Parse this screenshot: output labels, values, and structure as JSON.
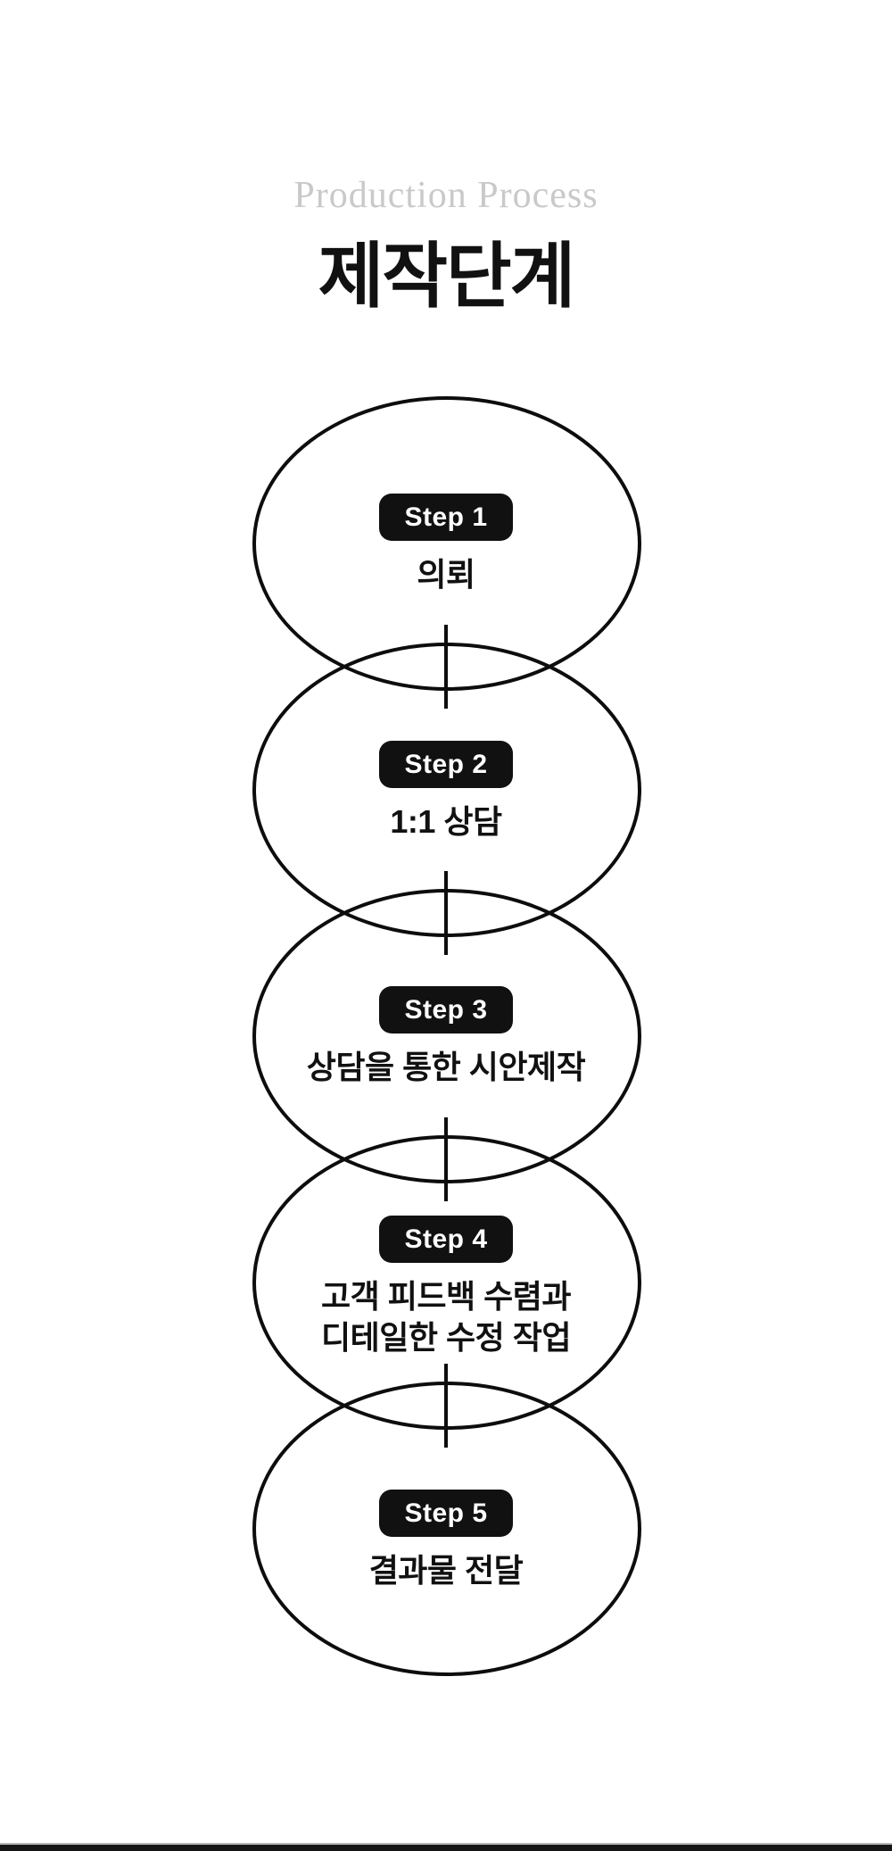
{
  "page": {
    "subtitle": "Production Process",
    "title": "제작단계"
  },
  "steps": [
    {
      "badge": "Step 1",
      "lines": [
        "의뢰"
      ]
    },
    {
      "badge": "Step 2",
      "lines": [
        "1:1 상담"
      ]
    },
    {
      "badge": "Step 3",
      "lines": [
        "상담을 통한 시안제작"
      ]
    },
    {
      "badge": "Step 4",
      "lines": [
        "고객 피드백 수렴과",
        "디테일한 수정 작업"
      ]
    },
    {
      "badge": "Step 5",
      "lines": [
        "결과물 전달"
      ]
    }
  ],
  "colors": {
    "background": "#ffffff",
    "subtitle_text": "#c9c9c9",
    "title_text": "#111111",
    "ellipse_stroke": "#0d0d0d",
    "badge_background": "#111111",
    "badge_text": "#ffffff",
    "step_text": "#111111",
    "bottom_bar": "#161616"
  }
}
